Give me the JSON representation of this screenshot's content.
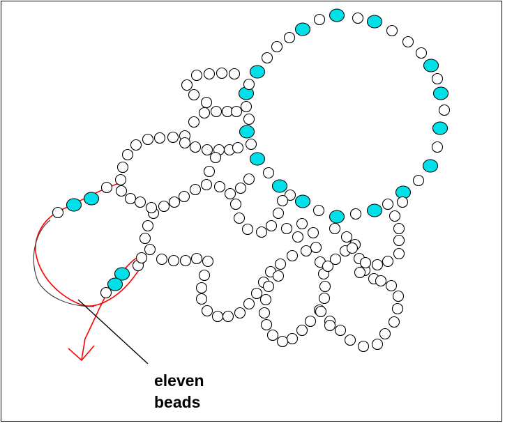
{
  "caption": {
    "line1": "eleven",
    "line2": "beads"
  },
  "colors": {
    "background": "#ffffff",
    "bead_outline": "#000000",
    "bead_fill": "#ffffff",
    "highlight_fill": "#00e0e8",
    "thread_path": "#ff0000",
    "leader_line": "#000000"
  },
  "bead_types": [
    "plain-bead",
    "highlighted-bead"
  ]
}
